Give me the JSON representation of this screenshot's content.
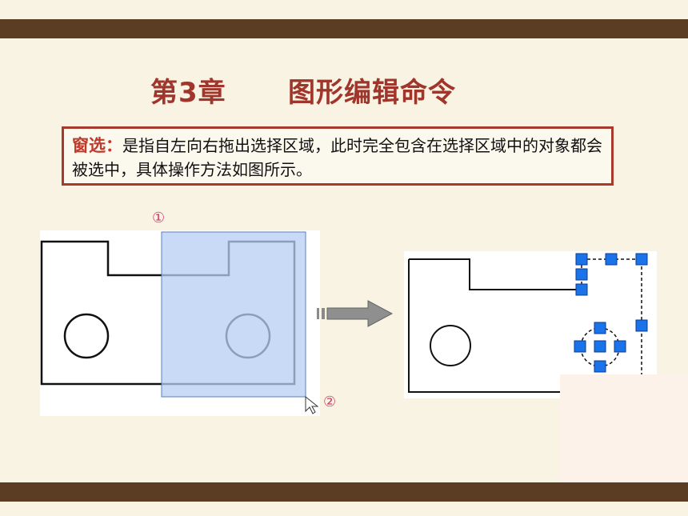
{
  "slide": {
    "chapter": "第3章",
    "title": "图形编辑命令",
    "definition": {
      "term": "窗选：",
      "text": "是指自左向右拖出选择区域，此时完全包含在选择区域中的对象都会被选中，具体操作方法如图所示。"
    },
    "markers": {
      "start": "①",
      "end": "②"
    },
    "colors": {
      "accent": "#a0352b",
      "bar": "#5a3d22",
      "selection_fill": "#b5cdf3",
      "grip": "#1a73e8"
    }
  }
}
